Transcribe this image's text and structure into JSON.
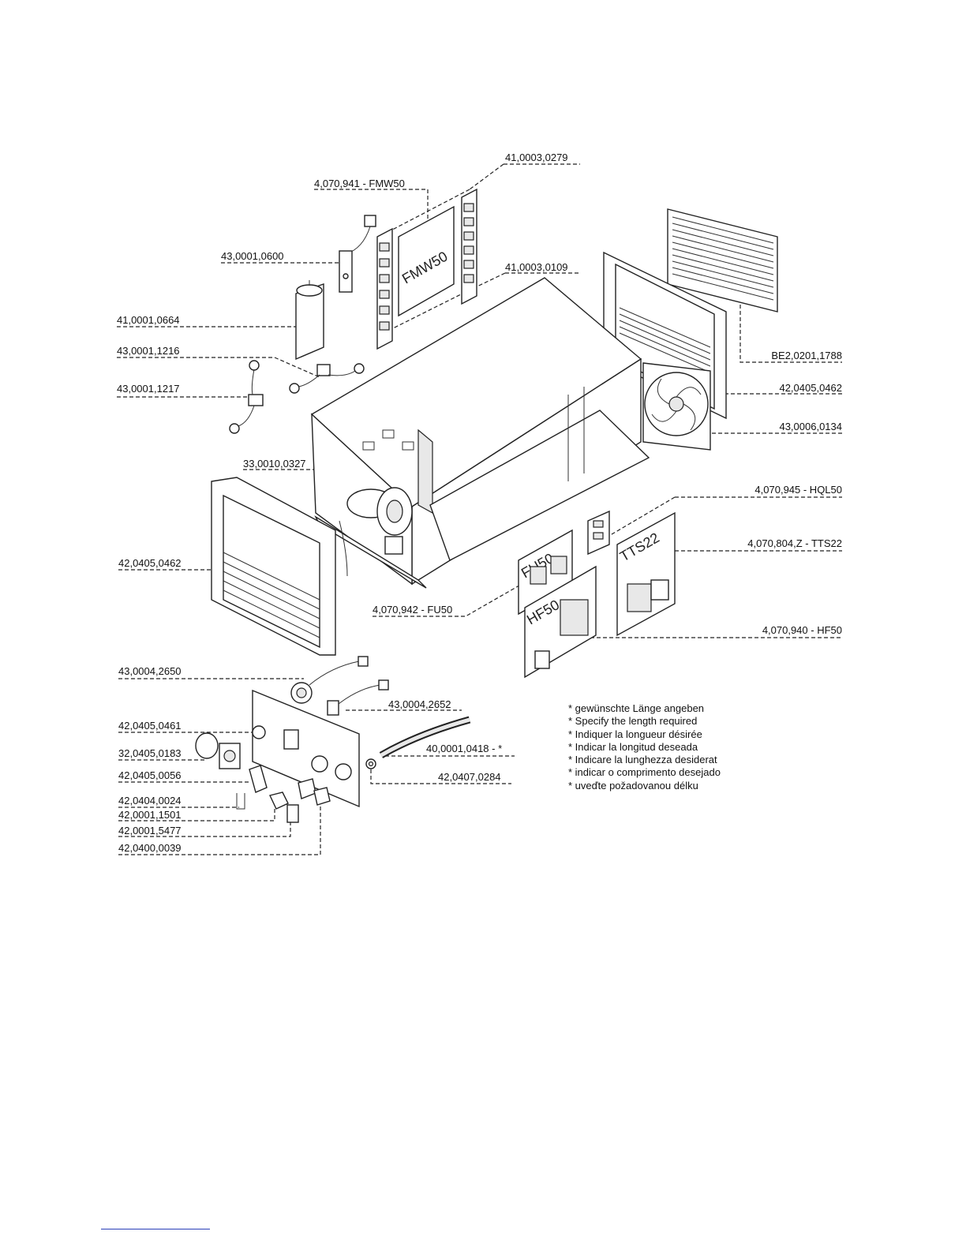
{
  "labels": {
    "l_41_0003_0279": "41,0003,0279",
    "l_4070941": "4,070,941 - FMW50",
    "l_43_0001_0600": "43,0001,0600",
    "l_41_0003_0109": "41,0003,0109",
    "l_41_0001_0664": "41,0001,0664",
    "l_43_0001_1216": "43,0001,1216",
    "l_43_0001_1217": "43,0001,1217",
    "l_be2": "BE2,0201,1788",
    "l_42_0405_0462_r": "42,0405,0462",
    "l_43_0006_0134": "43,0006,0134",
    "l_33_0010_0327": "33,0010,0327",
    "l_4070945": "4,070,945 - HQL50",
    "l_4070804": "4,070,804,Z - TTS22",
    "l_42_0405_0462_l": "42,0405,0462",
    "l_4070942": "4,070,942 - FU50",
    "l_4070940": "4,070,940 - HF50",
    "l_43_0004_2650": "43,0004,2650",
    "l_43_0004_2652": "43,0004,2652",
    "l_42_0405_0461": "42,0405,0461",
    "l_40_0001_0418": "40,0001,0418 - *",
    "l_32_0405_0183": "32,0405,0183",
    "l_42_0407_0284": "42,0407,0284",
    "l_42_0405_0056": "42,0405,0056",
    "l_42_0404_0024": "42,0404,0024",
    "l_42_0001_1501": "42,0001,1501",
    "l_42_0001_5477": "42,0001,5477",
    "l_42_0400_0039": "42,0400,0039"
  },
  "boards": {
    "fmw": "FMW50",
    "fu": "FU50",
    "hf": "HF50",
    "tts": "TTS22"
  },
  "notes": [
    "* gewünschte Länge angeben",
    "* Specify the length required",
    "* Indiquer la longueur désirée",
    "* Indicar la longitud deseada",
    "* Indicare la lunghezza desiderat",
    "* indicar o comprimento desejado",
    "* uveďte požadovanou délku"
  ]
}
